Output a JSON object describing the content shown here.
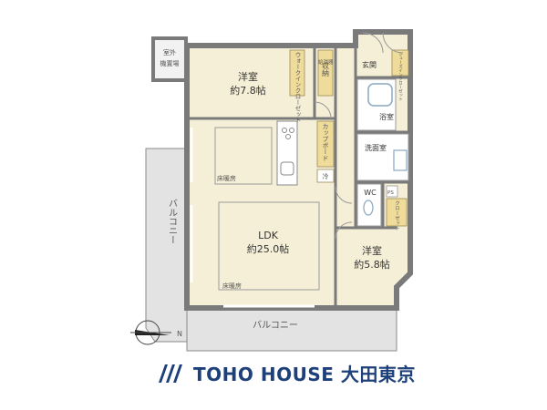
{
  "rooms": {
    "western1": {
      "name": "洋室",
      "area": "約7.8帖"
    },
    "ldk": {
      "name": "LDK",
      "area": "約25.0帖"
    },
    "western2": {
      "name": "洋室",
      "area": "約5.8帖"
    },
    "bath": {
      "name": "浴室"
    },
    "washroom": {
      "name": "洗面室"
    },
    "entrance": {
      "name": "玄関"
    },
    "wc": {
      "name": "WC"
    }
  },
  "storage": {
    "walkin": "ウォークインクローゼット",
    "shuno": "収納",
    "cupboard": "カップボード",
    "shoes": "シューズインクローゼット",
    "closet": "クローゼット",
    "kenzai": "給湯器",
    "ps": "PS"
  },
  "labels": {
    "outdoor_unit": [
      "室外",
      "機置場"
    ],
    "balcony_side": "バルコニー",
    "balcony_bottom": "バルコニー",
    "floor_heating_1": "床暖房",
    "floor_heating_2": "床暖房",
    "fridge": "冷",
    "north": "N"
  },
  "brand": {
    "name": "TOHO HOUSE 大田東京",
    "color": "#1d3f7a"
  },
  "colors": {
    "room_fill": "#f4efd6",
    "wall": "#7a7a7a",
    "balcony": "#e3e3e3",
    "storage_fill": "#f0dc9a",
    "wet_fill": "#ffffff"
  }
}
